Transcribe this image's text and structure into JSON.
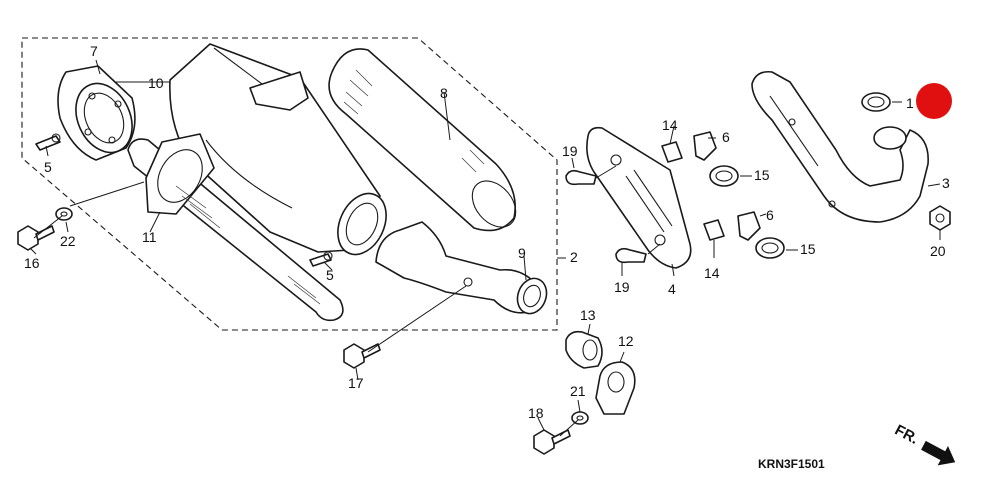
{
  "diagram_code": "KRN3F1501",
  "front_indicator": "FR.",
  "highlight_color": "#e01010",
  "callouts": [
    {
      "id": "c1",
      "label": "1"
    },
    {
      "id": "c2",
      "label": "2"
    },
    {
      "id": "c3",
      "label": "3"
    },
    {
      "id": "c4",
      "label": "4"
    },
    {
      "id": "c5a",
      "label": "5"
    },
    {
      "id": "c5b",
      "label": "5"
    },
    {
      "id": "c6a",
      "label": "6"
    },
    {
      "id": "c6b",
      "label": "6"
    },
    {
      "id": "c7",
      "label": "7"
    },
    {
      "id": "c8",
      "label": "8"
    },
    {
      "id": "c9",
      "label": "9"
    },
    {
      "id": "c10",
      "label": "10"
    },
    {
      "id": "c11",
      "label": "11"
    },
    {
      "id": "c12",
      "label": "12"
    },
    {
      "id": "c13",
      "label": "13"
    },
    {
      "id": "c14a",
      "label": "14"
    },
    {
      "id": "c14b",
      "label": "14"
    },
    {
      "id": "c15a",
      "label": "15"
    },
    {
      "id": "c15b",
      "label": "15"
    },
    {
      "id": "c16",
      "label": "16"
    },
    {
      "id": "c17",
      "label": "17"
    },
    {
      "id": "c18",
      "label": "18"
    },
    {
      "id": "c19a",
      "label": "19"
    },
    {
      "id": "c19b",
      "label": "19"
    },
    {
      "id": "c20",
      "label": "20"
    },
    {
      "id": "c21",
      "label": "21"
    },
    {
      "id": "c22",
      "label": "22"
    }
  ]
}
